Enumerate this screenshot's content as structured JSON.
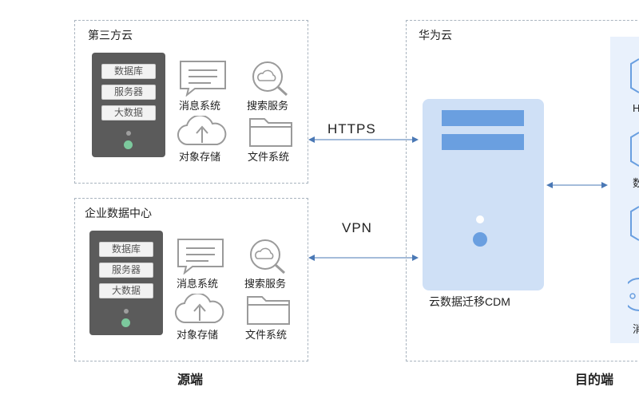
{
  "third_party": {
    "title": "第三方云",
    "server_slots": [
      "数据库",
      "服务器",
      "大数据"
    ],
    "items": [
      "消息系统",
      "搜索服务",
      "对象存储",
      "文件系统"
    ]
  },
  "enterprise": {
    "title": "企业数据中心",
    "server_slots": [
      "数据库",
      "服务器",
      "大数据"
    ],
    "items": [
      "消息系统",
      "搜索服务",
      "对象存储",
      "文件系统"
    ]
  },
  "huawei": {
    "title": "华为云",
    "cdm_label": "云数据迁移CDM",
    "dest_partial": [
      "H",
      "数",
      "",
      "消"
    ]
  },
  "connections": {
    "https": "HTTPS",
    "vpn": "VPN"
  },
  "footer": {
    "source": "源端",
    "destination": "目的端"
  },
  "colors": {
    "accent": "#6a9fe0",
    "cdm_bg": "#cfe0f6",
    "server": "#5b5b5b",
    "led": "#7cc99d"
  }
}
